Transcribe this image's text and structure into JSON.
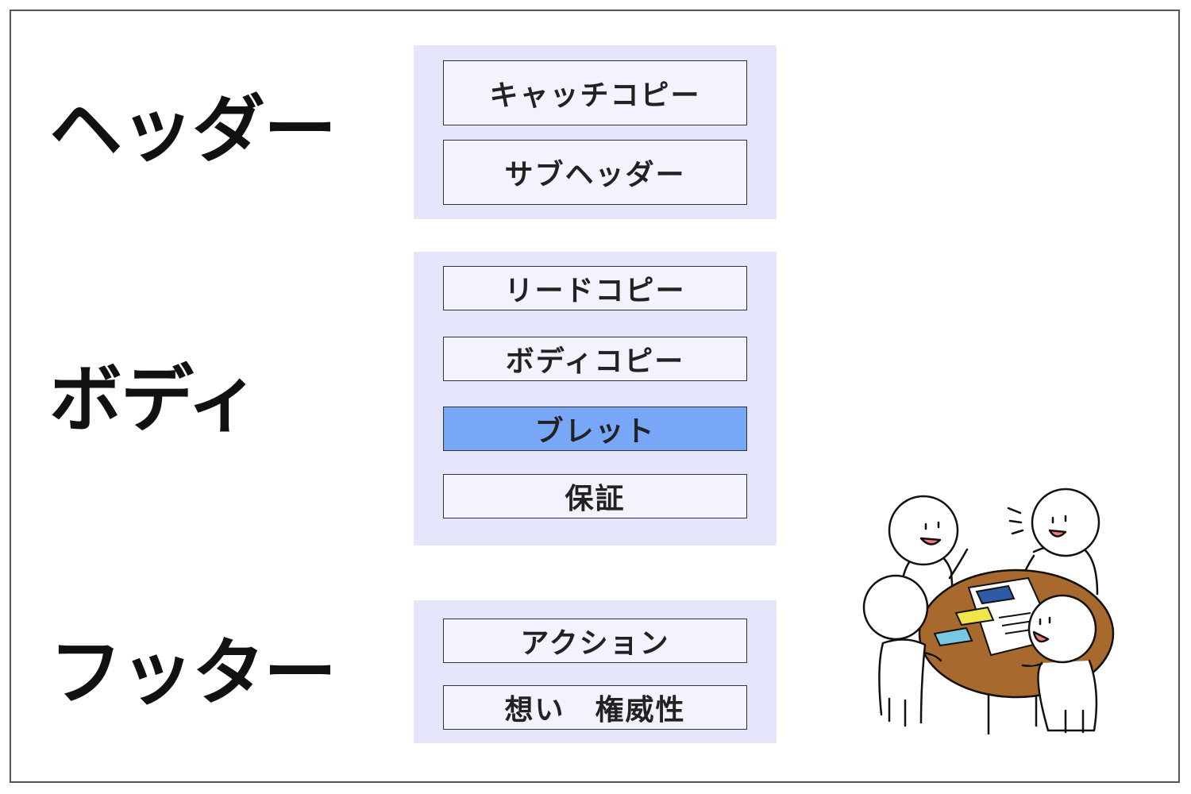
{
  "sections": [
    {
      "label": "ヘッダー",
      "items": [
        {
          "label": "キャッチコピー",
          "highlighted": false
        },
        {
          "label": "サブヘッダー",
          "highlighted": false
        }
      ]
    },
    {
      "label": "ボディ",
      "items": [
        {
          "label": "リードコピー",
          "highlighted": false
        },
        {
          "label": "ボディコピー",
          "highlighted": false
        },
        {
          "label": "ブレット",
          "highlighted": true
        },
        {
          "label": "保証",
          "highlighted": false
        }
      ]
    },
    {
      "label": "フッター",
      "items": [
        {
          "label": "アクション",
          "highlighted": false
        },
        {
          "label": "想い　権威性",
          "highlighted": false
        }
      ]
    }
  ],
  "colors": {
    "group_background": "#e5e5fb",
    "item_background": "#f3f3fd",
    "highlight": "#78a7f8",
    "table": "#a8692e"
  },
  "illustration": {
    "icon": "meeting-people-icon"
  }
}
